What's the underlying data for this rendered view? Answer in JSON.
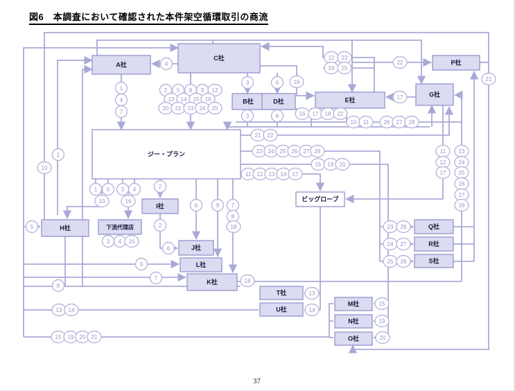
{
  "page": {
    "title": "図6　本調査において確認された本件架空循環取引の商流",
    "page_number": "37"
  },
  "colors": {
    "company_box_fill": "#dbdbf2",
    "plain_box_fill": "#ffffff",
    "box_border": "#9a9ad0",
    "connector_line": "#a9a9d8",
    "badge_border": "#b7b7de",
    "badge_text": "#9494c6",
    "box_text": "#15153a"
  },
  "diagram": {
    "boxes": [
      {
        "id": "a",
        "label": "A社"
      },
      {
        "id": "c",
        "label": "C社"
      },
      {
        "id": "b",
        "label": "B社"
      },
      {
        "id": "d",
        "label": "D社"
      },
      {
        "id": "e",
        "label": "E社"
      },
      {
        "id": "g",
        "label": "G社"
      },
      {
        "id": "p",
        "label": "P社"
      },
      {
        "id": "gplan",
        "label": "ジー・プラン"
      },
      {
        "id": "biglobe",
        "label": "ビッグローブ"
      },
      {
        "id": "h",
        "label": "H社"
      },
      {
        "id": "down",
        "label": "下流代理店"
      },
      {
        "id": "i",
        "label": "I社"
      },
      {
        "id": "j",
        "label": "J社"
      },
      {
        "id": "l",
        "label": "L社"
      },
      {
        "id": "k",
        "label": "K社"
      },
      {
        "id": "t",
        "label": "T社"
      },
      {
        "id": "u",
        "label": "U社"
      },
      {
        "id": "m",
        "label": "M社"
      },
      {
        "id": "n",
        "label": "N社"
      },
      {
        "id": "o",
        "label": "O社"
      },
      {
        "id": "q",
        "label": "Q社"
      },
      {
        "id": "r",
        "label": "R社"
      },
      {
        "id": "s",
        "label": "S社"
      }
    ],
    "badges": [
      "4",
      "1",
      "4",
      "7",
      "2",
      "5",
      "8",
      "9",
      "12",
      "13",
      "14",
      "15",
      "19",
      "20",
      "21",
      "23",
      "24",
      "25",
      "3",
      "3",
      "6",
      "6",
      "16",
      "12",
      "23",
      "24",
      "25",
      "22",
      "21",
      "17",
      "16",
      "17",
      "18",
      "22",
      "10",
      "11",
      "26",
      "27",
      "28",
      "21",
      "22",
      "23",
      "24",
      "25",
      "26",
      "27",
      "28",
      "15",
      "19",
      "20",
      "11",
      "12",
      "13",
      "14",
      "17",
      "1",
      "10",
      "5",
      "1",
      "5",
      "10",
      "3",
      "4",
      "16",
      "2",
      "2",
      "3",
      "4",
      "16",
      "6",
      "9",
      "7",
      "8",
      "18",
      "6",
      "9",
      "7",
      "18",
      "13",
      "14",
      "8",
      "13",
      "14",
      "15",
      "19",
      "20",
      "21",
      "15",
      "19",
      "20",
      "11",
      "12",
      "17",
      "23",
      "24",
      "25",
      "26",
      "27",
      "28",
      "23",
      "26",
      "24",
      "27",
      "25",
      "28"
    ]
  }
}
